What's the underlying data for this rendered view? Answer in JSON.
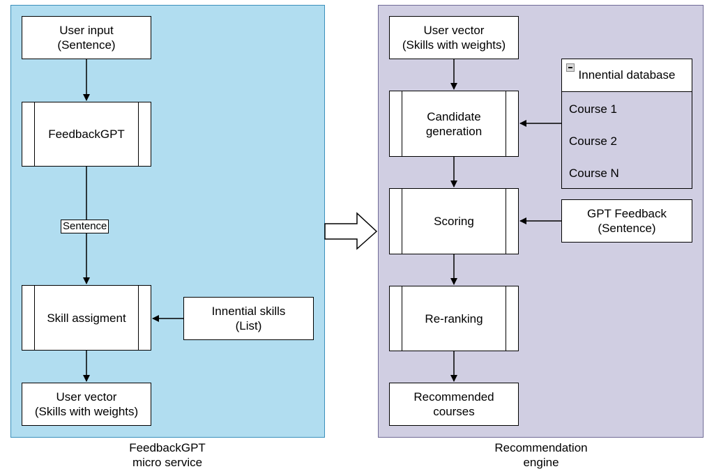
{
  "left_panel": {
    "caption": "FeedbackGPT\nmicro service",
    "user_input": "User input\n(Sentence)",
    "feedbackgpt": "FeedbackGPT",
    "edge_label": "Sentence",
    "skill_assignment": "Skill assigment",
    "innential_skills": "Innential skills\n(List)",
    "user_vector": "User vector\n(Skills with weights)"
  },
  "right_panel": {
    "caption": "Recommendation\nengine",
    "user_vector": "User vector\n(Skills with weights)",
    "candidate_generation": "Candidate\ngeneration",
    "scoring": "Scoring",
    "re_ranking": "Re-ranking",
    "recommended_courses": "Recommended\ncourses",
    "gpt_feedback": "GPT Feedback\n(Sentence)",
    "database": {
      "title": "Innential database",
      "rows": [
        "Course 1",
        "Course 2",
        "Course N"
      ]
    }
  },
  "colors": {
    "left_panel_fill": "#b1ddf0",
    "right_panel_fill": "#d0cee2",
    "box_fill": "#ffffff",
    "stroke": "#000000"
  }
}
